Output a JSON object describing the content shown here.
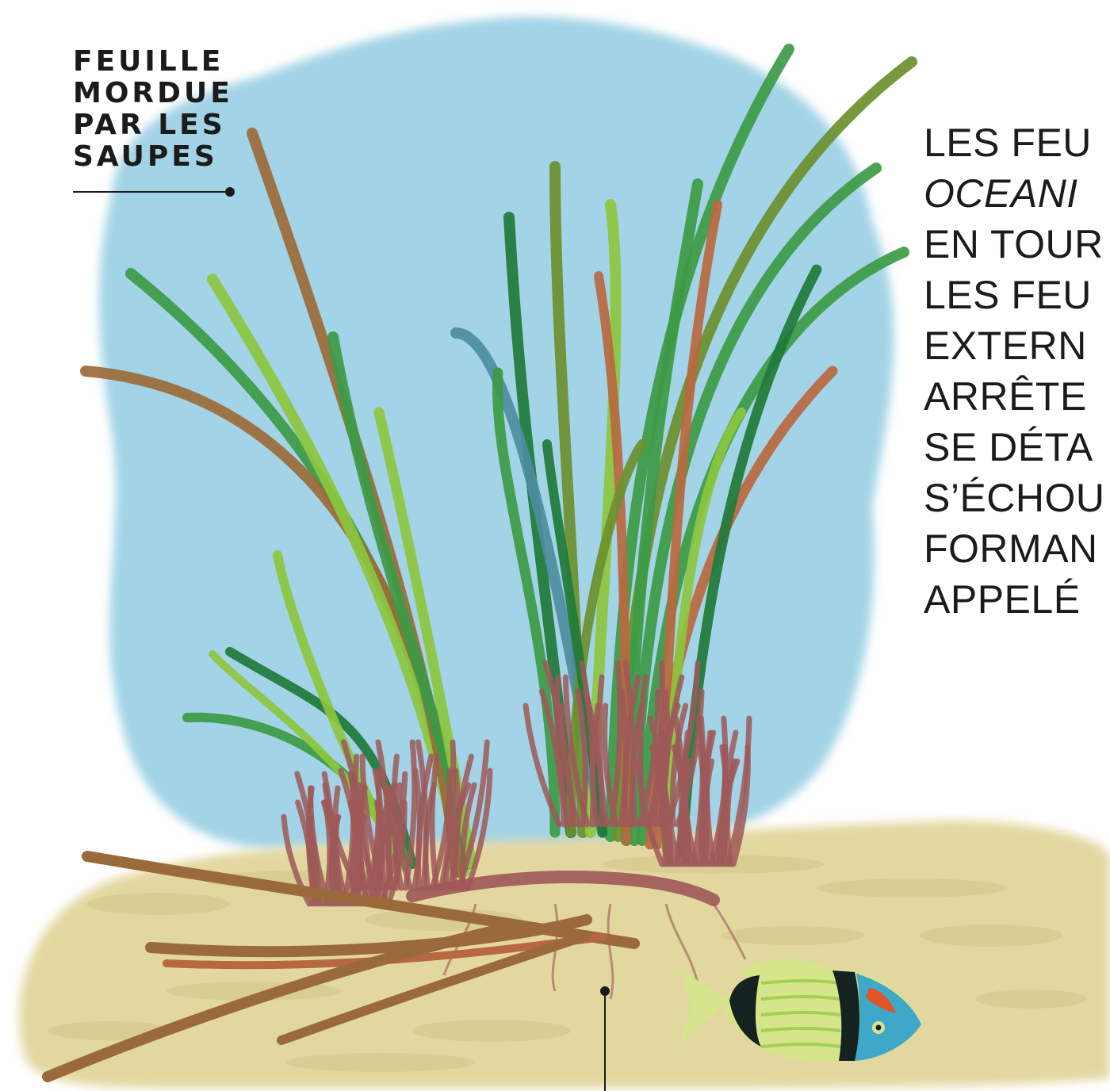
{
  "label": {
    "lines": [
      "FEUILLE",
      "MORDUE",
      "PAR LES",
      "SAUPES"
    ]
  },
  "side_text": {
    "lines": [
      {
        "text": "LES FEU",
        "italic": false
      },
      {
        "text": "OCEANI",
        "italic": true
      },
      {
        "text": "EN TOUR",
        "italic": false
      },
      {
        "text": "LES FEU",
        "italic": false
      },
      {
        "text": "EXTERN",
        "italic": false
      },
      {
        "text": "ARRÊTE",
        "italic": false
      },
      {
        "text": "SE DÉTA",
        "italic": false
      },
      {
        "text": "S’ÉCHOU",
        "italic": false
      },
      {
        "text": "FORMAN",
        "italic": false
      },
      {
        "text": "APPELÉ",
        "italic": false
      }
    ]
  },
  "colors": {
    "water": "#a3d3e6",
    "sand": "#e3d7a0",
    "sand_dark": "#c7b97a",
    "leaf_green_dark": "#1f7a3a",
    "leaf_green": "#3d9a45",
    "leaf_green_light": "#8cc63f",
    "leaf_olive": "#6d8f2e",
    "leaf_brown": "#9b6a3a",
    "leaf_rust": "#b8683f",
    "leaf_blue": "#4d8ca0",
    "sheath": "#9e5858",
    "fish_body": "#d6e58c",
    "fish_head": "#3fa7c7",
    "fish_band": "#15221f",
    "fish_spot": "#e0542a"
  }
}
